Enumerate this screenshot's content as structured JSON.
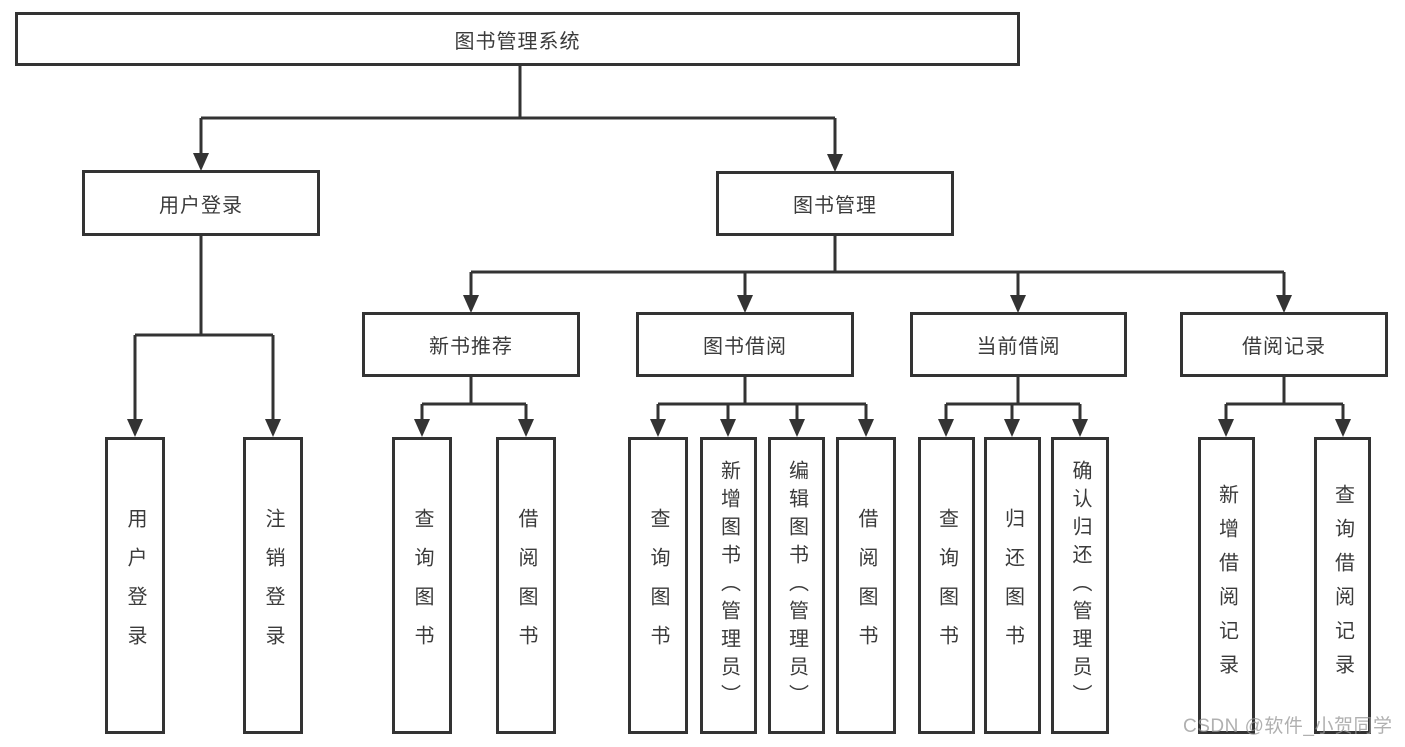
{
  "colors": {
    "line": "#333333",
    "box_border": "#333333",
    "box_fill": "#ffffff",
    "text": "#3b3b3b",
    "background": "#ffffff",
    "watermark": "#969696"
  },
  "diagram": {
    "type": "hierarchy-tree",
    "root": {
      "label": "图书管理系统"
    },
    "level2": [
      {
        "label": "用户登录"
      },
      {
        "label": "图书管理"
      }
    ],
    "level3": [
      {
        "label": "新书推荐",
        "parent": "图书管理"
      },
      {
        "label": "图书借阅",
        "parent": "图书管理"
      },
      {
        "label": "当前借阅",
        "parent": "图书管理"
      },
      {
        "label": "借阅记录",
        "parent": "图书管理"
      }
    ],
    "leaves": [
      {
        "label": "用户登录",
        "parent": "用户登录"
      },
      {
        "label": "注销登录",
        "parent": "用户登录"
      },
      {
        "label": "查询图书",
        "parent": "新书推荐"
      },
      {
        "label": "借阅图书",
        "parent": "新书推荐"
      },
      {
        "label": "查询图书",
        "parent": "图书借阅"
      },
      {
        "label": "新增图书（管理员）",
        "parent": "图书借阅"
      },
      {
        "label": "编辑图书（管理员）",
        "parent": "图书借阅"
      },
      {
        "label": "借阅图书",
        "parent": "图书借阅"
      },
      {
        "label": "查询图书",
        "parent": "当前借阅"
      },
      {
        "label": "归还图书",
        "parent": "当前借阅"
      },
      {
        "label": "确认归还（管理员）",
        "parent": "当前借阅"
      },
      {
        "label": "新增借阅记录",
        "parent": "借阅记录"
      },
      {
        "label": "查询借阅记录",
        "parent": "借阅记录"
      }
    ]
  },
  "watermark": {
    "text": "CSDN @软件_小贺同学"
  }
}
